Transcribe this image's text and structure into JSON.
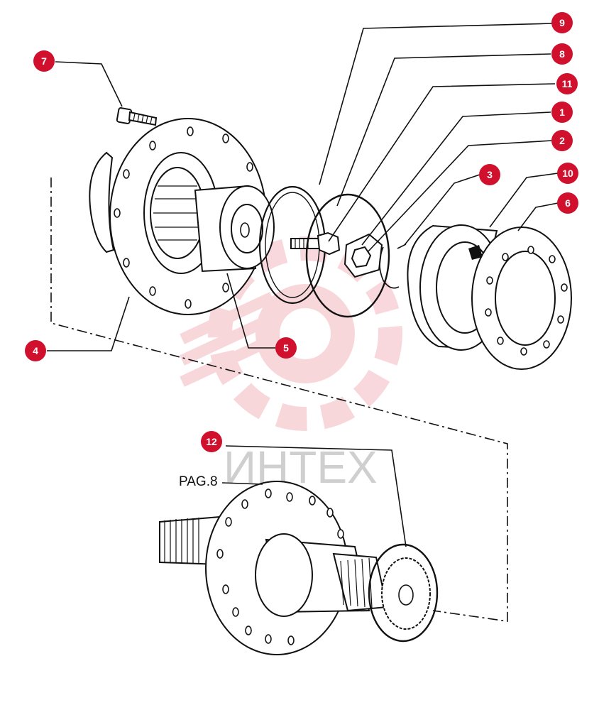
{
  "colors": {
    "callout": "#d0102c",
    "watermark": "#f3b8bf",
    "line": "#111111"
  },
  "reference_label": "PAG.8",
  "watermark_text": "ИНТЕХ",
  "callouts": [
    {
      "id": "c9",
      "label": "9"
    },
    {
      "id": "c8",
      "label": "8"
    },
    {
      "id": "c11",
      "label": "11"
    },
    {
      "id": "c1",
      "label": "1"
    },
    {
      "id": "c2",
      "label": "2"
    },
    {
      "id": "c3",
      "label": "3"
    },
    {
      "id": "c10",
      "label": "10"
    },
    {
      "id": "c6",
      "label": "6"
    },
    {
      "id": "c7",
      "label": "7"
    },
    {
      "id": "c4",
      "label": "4"
    },
    {
      "id": "c5",
      "label": "5"
    },
    {
      "id": "c12",
      "label": "12"
    }
  ]
}
